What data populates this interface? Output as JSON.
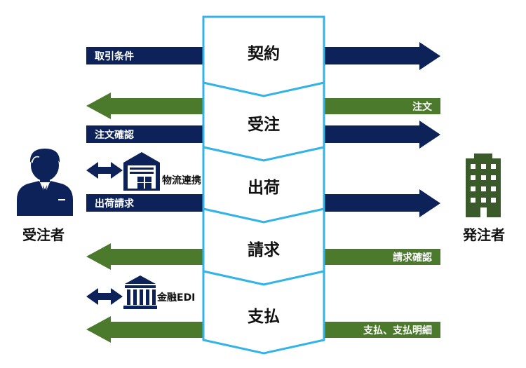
{
  "colors": {
    "navy": "#0d2259",
    "green": "#4b7a2d",
    "chevron_border": "#33b3e6",
    "building": "#3b5a2a"
  },
  "stages": {
    "contract": "契約",
    "order": "受注",
    "shipping": "出荷",
    "billing": "請求",
    "payment": "支払"
  },
  "arrows": {
    "terms": "取引条件",
    "order": "注文",
    "order_confirm": "注文確認",
    "ship_billing": "出荷請求",
    "bill_confirm": "請求確認",
    "payment": "支払、支払明細"
  },
  "side": {
    "logistics": "物流連携",
    "finance": "金融EDI"
  },
  "parties": {
    "supplier": "受注者",
    "buyer": "発注者"
  },
  "icons": {
    "supplier": "businessman-icon",
    "buyer": "office-building-icon",
    "logistics": "warehouse-icon",
    "finance": "bank-icon",
    "exchange": "double-arrow-icon"
  }
}
